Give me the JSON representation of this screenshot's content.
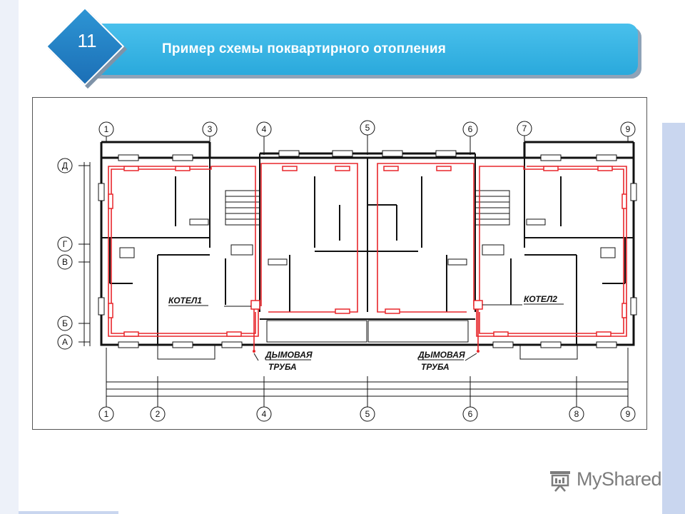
{
  "slide": {
    "number": "11",
    "title": "Пример схемы поквартирного отопления"
  },
  "plan": {
    "axes_top": [
      "1",
      "3",
      "4",
      "5",
      "6",
      "7",
      "9"
    ],
    "axes_bottom": [
      "1",
      "2",
      "4",
      "5",
      "6",
      "8",
      "9"
    ],
    "axes_left": [
      "Д",
      "Г",
      "В",
      "Б",
      "А"
    ],
    "boiler_left": "КОТЕЛ1",
    "boiler_right": "КОТЕЛ2",
    "chimney_left_line1": "ДЫМОВАЯ",
    "chimney_left_line2": "ТРУБА",
    "chimney_right_line1": "ДЫМОВАЯ",
    "chimney_right_line2": "ТРУБА",
    "pipe_color": "#e8262b"
  },
  "brand": {
    "name": "MyShared",
    "icon": "presentation-board-icon"
  }
}
